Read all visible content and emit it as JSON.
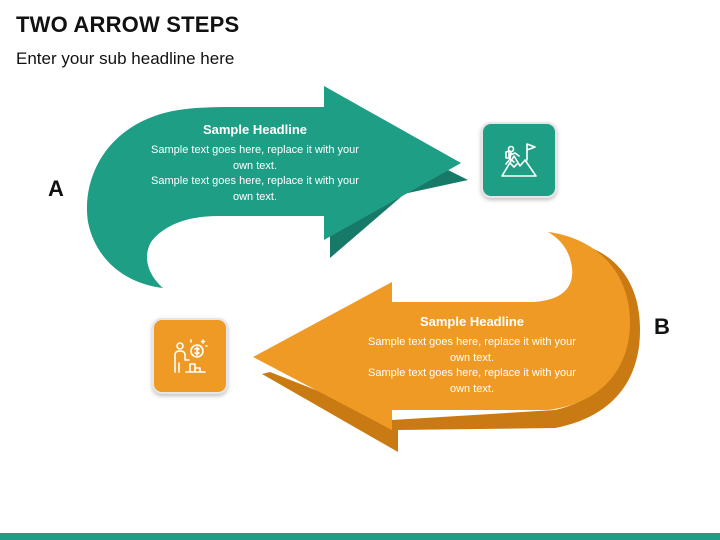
{
  "header": {
    "title": "TWO ARROW STEPS",
    "subtitle": "Enter your sub headline here"
  },
  "steps": [
    {
      "letter": "A",
      "headline": "Sample Headline",
      "line1": "Sample text goes here, replace it with your",
      "line2": "own text.",
      "line3": "Sample text goes here, replace it with your",
      "line4": "own text.",
      "icon": "mountain-flag-climber-icon",
      "color": "#1f9e86",
      "shadow_color": "#177a69"
    },
    {
      "letter": "B",
      "headline": "Sample Headline",
      "line1": "Sample text goes here, replace it with your",
      "line2": "own text.",
      "line3": "Sample text goes here, replace it with your",
      "line4": "own text.",
      "icon": "business-person-money-icon",
      "color": "#f09a26",
      "shadow_color": "#c97a12"
    }
  ],
  "footer_bar_color": "#1f9e86"
}
